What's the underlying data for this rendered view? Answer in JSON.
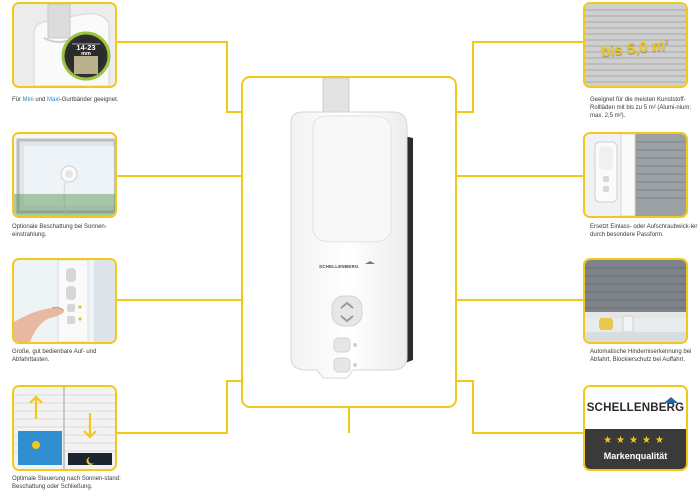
{
  "captions": {
    "top_left": {
      "pre": "Für ",
      "mini": "Mini",
      "mid": " und ",
      "maxi": "Maxi",
      "post": "-Gurtbänder geeignet."
    },
    "mid_left": "Optionale Beschattung bei Sonnen-einstrahlung.",
    "lower_left": "Große, gut bedienbare Auf- und Abfahrttasten.",
    "bottom_left": "Optimale Steuerung nach Sonnen-stand: Beschattung oder Schließung.",
    "top_right": "Geeignet für die meisten Kunststoff-Rollläden mit bis zu 5 m² (Alumi-nium: max. 2,5 m²).",
    "mid_right": "Ersetzt Einlass- oder Aufschraubwick-ler durch besondere Passform.",
    "lower_right": "Automatische Hinderniserkennung bei Abfahrt, Blockierschutz bei Auffahrt."
  },
  "strap_width": {
    "range": "14-23",
    "unit": "mm"
  },
  "area_badge": {
    "text": "bis 5,0",
    "unit": "m",
    "exp": "2"
  },
  "device": {
    "brand_print": "SCHELLENBERG"
  },
  "brand": {
    "name": "SCHELLENBERG",
    "stars": "★★★★★",
    "quality": "Markenqualität"
  },
  "colors": {
    "accent": "#f2c81b",
    "brand_blue": "#2b63a5",
    "dark": "#3a3a3a",
    "highlight_blue": "#1f86c8"
  }
}
